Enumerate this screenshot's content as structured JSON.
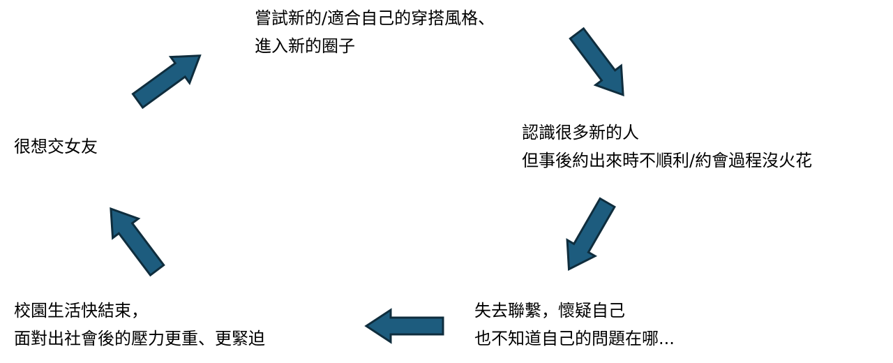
{
  "nodes": {
    "top": {
      "lines": [
        "嘗試新的/適合自己的穿搭風格、",
        "進入新的圈子"
      ]
    },
    "right": {
      "lines": [
        "認識很多新的人",
        "但事後約出來時不順利/約會過程沒火花"
      ]
    },
    "bottom_right": {
      "lines": [
        "失去聯繫，懷疑自己",
        "也不知道自己的問題在哪..."
      ]
    },
    "bottom_left": {
      "lines": [
        "校園生活快結束，",
        "面對出社會後的壓力更重、更緊迫"
      ]
    },
    "left": {
      "lines": [
        "很想交女友"
      ]
    }
  },
  "colors": {
    "arrow_fill": "#1d5c7e",
    "arrow_stroke": "#0f2d3d"
  }
}
